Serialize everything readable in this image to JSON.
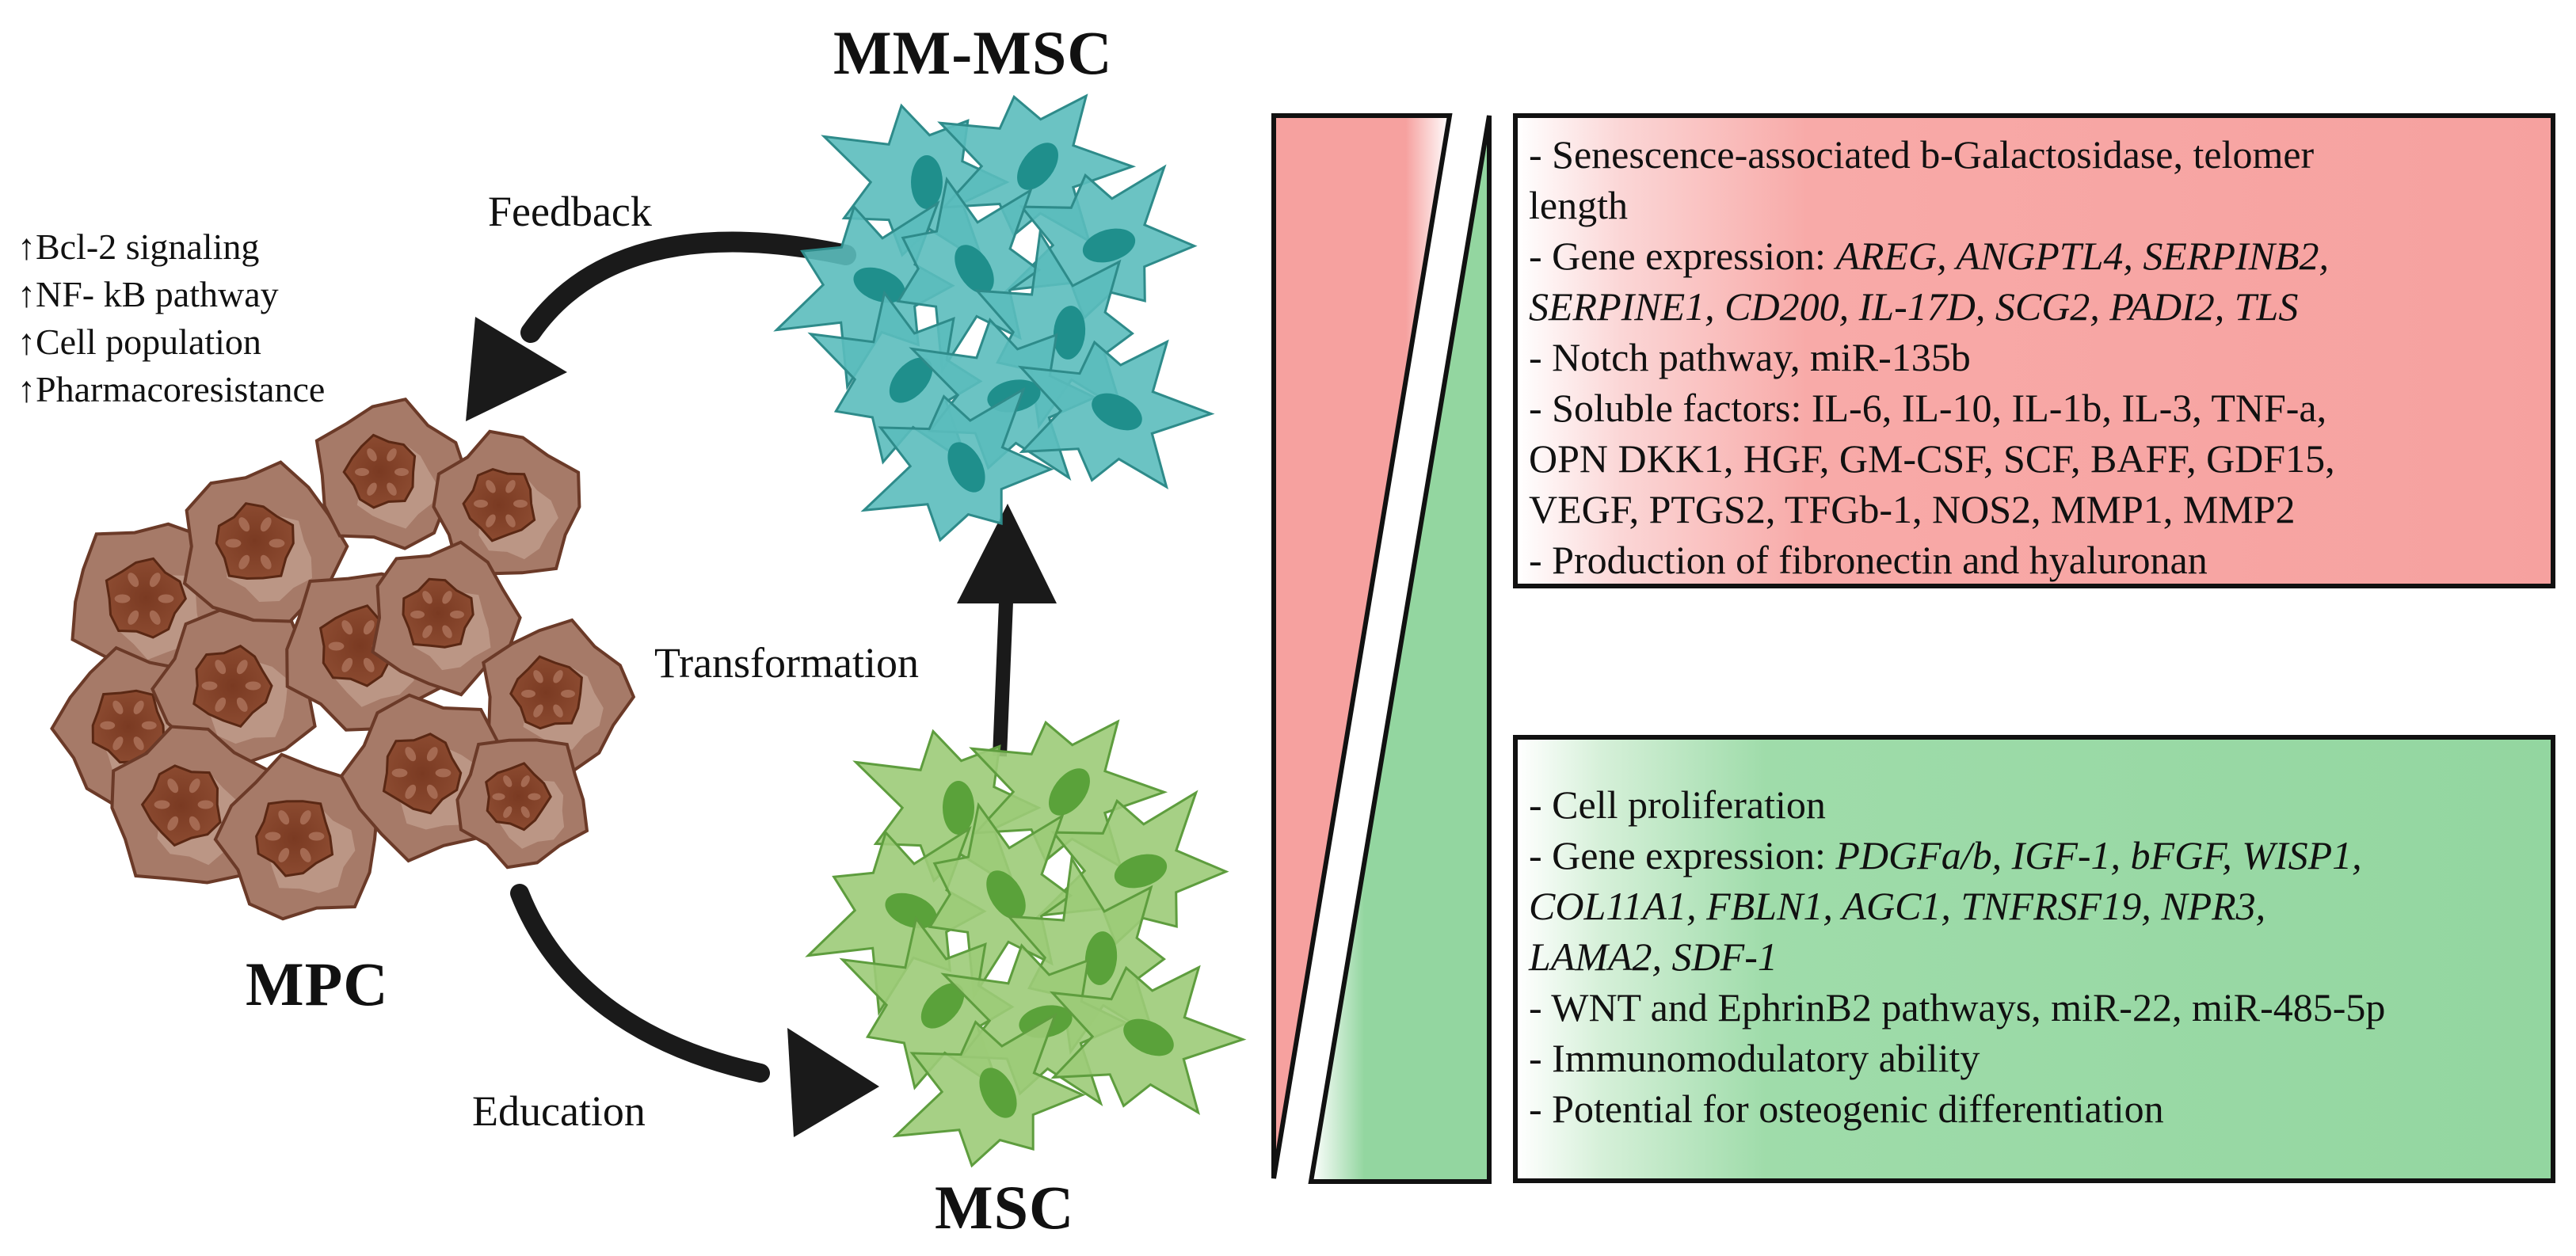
{
  "labels": {
    "mm_msc": "MM-MSC",
    "mpc": "MPC",
    "msc": "MSC",
    "feedback": "Feedback",
    "transformation": "Transformation",
    "education": "Education"
  },
  "mpc_effects": [
    "↑Bcl-2 signaling",
    "↑NF- kB pathway",
    "↑Cell population",
    "↑Pharmacoresistance"
  ],
  "mm_msc_box": {
    "line1": "- Senescence-associated b-Galactosidase, telomer",
    "line2": "length",
    "gene_prefix": "- Gene expression: ",
    "genes_line1": "AREG, ANGPTL4, SERPINB2,",
    "genes_line2": "SERPINE1, CD200, IL-17D, SCG2, PADI2, TLS",
    "line5": "- Notch pathway, miR-135b",
    "line6": "- Soluble factors: IL-6, IL-10, IL-1b, IL-3, TNF-a,",
    "line7": "OPN DKK1, HGF, GM-CSF, SCF, BAFF, GDF15,",
    "line8": "VEGF, PTGS2, TFGb-1, NOS2, MMP1, MMP2",
    "line9": "- Production of fibronectin and hyaluronan"
  },
  "msc_box": {
    "line1": "- Cell proliferation",
    "gene_prefix": "- Gene expression: ",
    "genes_line1": "PDGFa/b, IGF-1, bFGF, WISP1,",
    "genes_line2": "COL11A1, FBLN1, AGC1, TNFRSF19, NPR3,",
    "genes_line3": "LAMA2, SDF-1",
    "line5": "- WNT and EphrinB2 pathways, miR-22, miR-485-5p",
    "line6": "- Immunomodulatory ability",
    "line7": "- Potential for osteogenic differentiation"
  },
  "colors": {
    "mm_msc_cell": "#5bbcbc",
    "mm_msc_nucleus": "#1f8f8c",
    "msc_cell": "#9ccb78",
    "msc_nucleus": "#5aa23a",
    "mpc_cell": "#a67a68",
    "mpc_nucleus": "#6e3420",
    "red_panel": "#f6a19f",
    "green_panel": "#93d6a0"
  },
  "icons": [
    "mpc-cell-cluster",
    "mm-msc-cell-cluster",
    "msc-cell-cluster",
    "feedback-arrow",
    "transformation-arrow",
    "education-arrow"
  ]
}
